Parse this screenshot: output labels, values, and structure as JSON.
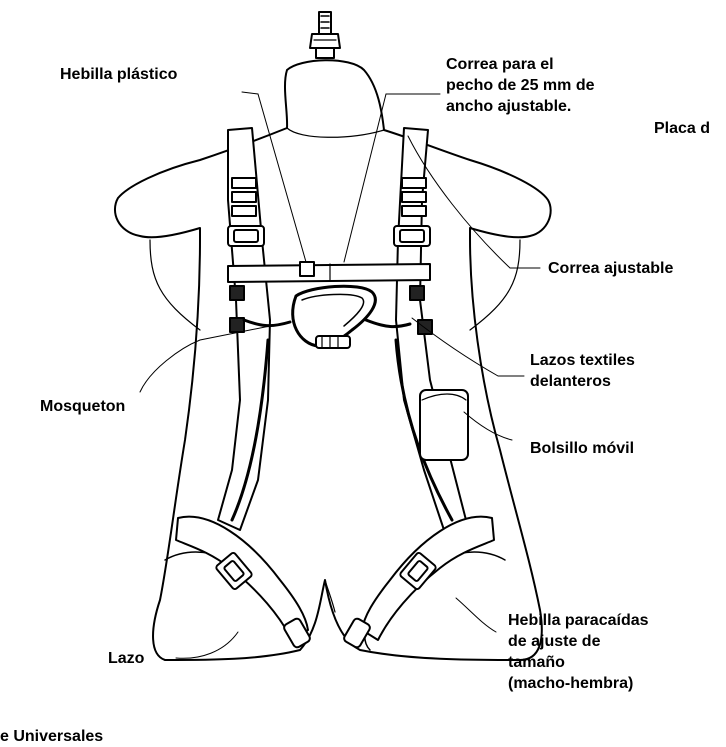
{
  "labels": {
    "hebilla_plastico": "Hebilla plástico",
    "correa_pecho": [
      "Correa para el",
      "pecho de  25 mm de",
      "ancho ajustable."
    ],
    "placa": "Placa d",
    "correa_ajustable": "Correa ajustable",
    "lazos_textiles": [
      "Lazos textiles",
      "delanteros"
    ],
    "mosqueton": "Mosqueton",
    "bolsillo": "Bolsillo móvil",
    "hebilla_paracaidas": [
      "Hebilla paracaídas",
      "de ajuste de",
      "tamaño",
      "(macho-hembra)"
    ],
    "lazo": "Lazo",
    "universales": "e Universales"
  },
  "colors": {
    "line": "#000000",
    "strap_fill": "#ffffff",
    "webbing_dark": "#222222",
    "background": "#ffffff"
  }
}
